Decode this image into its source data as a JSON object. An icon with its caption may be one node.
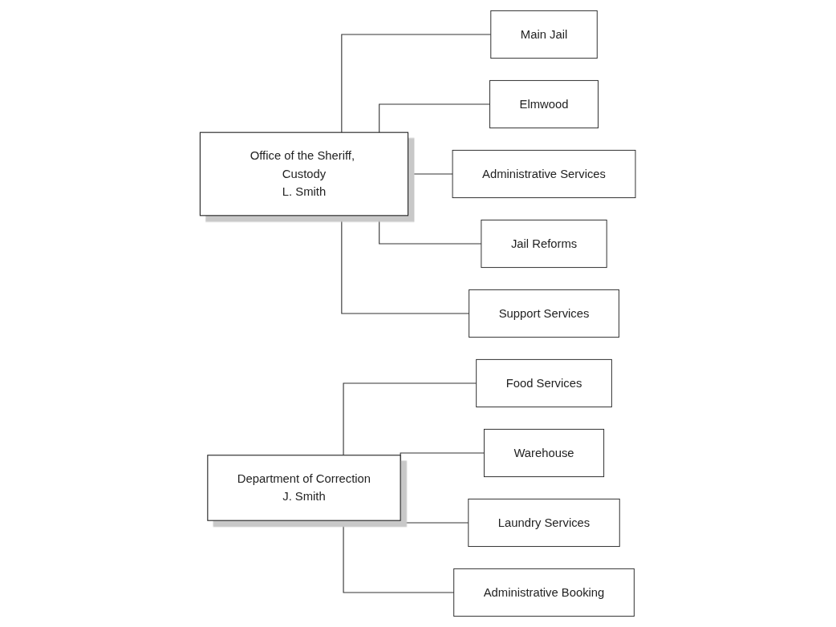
{
  "diagram": {
    "nodes": [
      {
        "text": [
          "Office of the Sheriff, Custody",
          "L. Smith"
        ]
      },
      {
        "text": [
          "Main Jail"
        ]
      },
      {
        "text": [
          "Elmwood"
        ]
      },
      {
        "text": [
          "Administrative Services"
        ]
      },
      {
        "text": [
          "Jail Reforms"
        ]
      },
      {
        "text": [
          "Support Services"
        ]
      },
      {
        "text": [
          "Department of Correction",
          "J. Smith"
        ]
      },
      {
        "text": [
          "Food Services"
        ]
      },
      {
        "text": [
          "Warehouse"
        ]
      },
      {
        "text": [
          "Laundry Services"
        ]
      },
      {
        "text": [
          "Administrative Booking"
        ]
      }
    ],
    "edges": [
      {
        "from": 0,
        "to": 1,
        "arrow": "none"
      },
      {
        "from": 0,
        "to": 2,
        "arrow": "none"
      },
      {
        "from": 0,
        "to": 3,
        "arrow": "none"
      },
      {
        "from": 0,
        "to": 4,
        "arrow": "none"
      },
      {
        "from": 0,
        "to": 5,
        "arrow": "none"
      },
      {
        "from": 6,
        "to": 7,
        "arrow": "none"
      },
      {
        "from": 6,
        "to": 8,
        "arrow": "none"
      },
      {
        "from": 6,
        "to": 9,
        "arrow": "none"
      },
      {
        "from": 6,
        "to": 10,
        "arrow": "none"
      }
    ]
  }
}
